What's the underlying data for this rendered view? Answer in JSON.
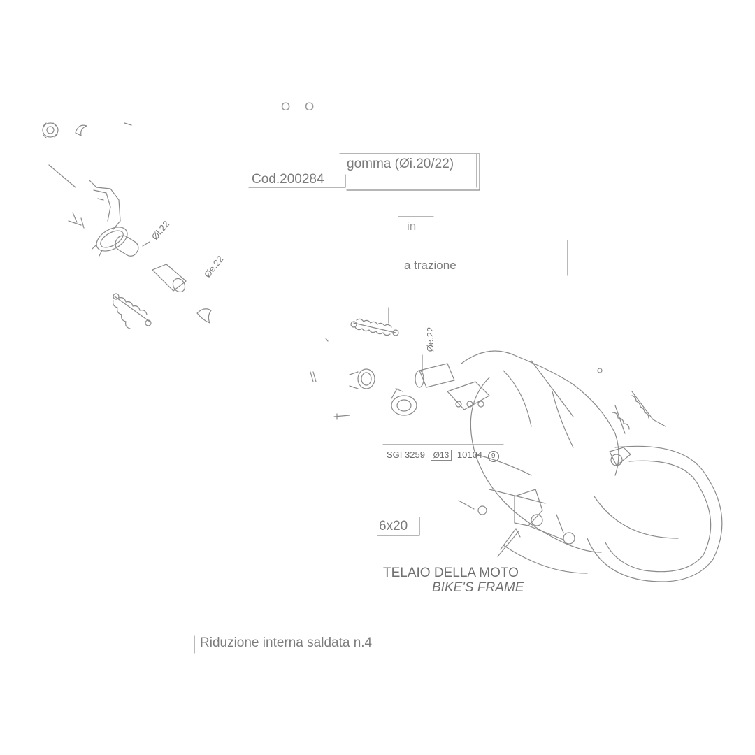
{
  "labels": {
    "top_fragment": "O O",
    "gomma": "gomma (Øi.20/22)",
    "cod": "Cod.200284",
    "in_fragment": "in",
    "trazione": "a trazione",
    "part_code_main": "SGI 3259",
    "part_code_box": "Ø13",
    "part_code_num": "10104",
    "part_code_circle": "9",
    "bolt": "6x20",
    "telaio": "TELAIO DELLA MOTO",
    "frame": "BIKE'S FRAME",
    "riduzione": "Riduzione interna saldata n.4",
    "dim_oi22": "Øi.22",
    "dim_oe22_a": "Øe.22",
    "dim_oe22_b": "Øe.22"
  },
  "colors": {
    "line": "#8a8a8a",
    "line_dark": "#555555",
    "text": "#6a6a6a",
    "background": "#ffffff"
  }
}
